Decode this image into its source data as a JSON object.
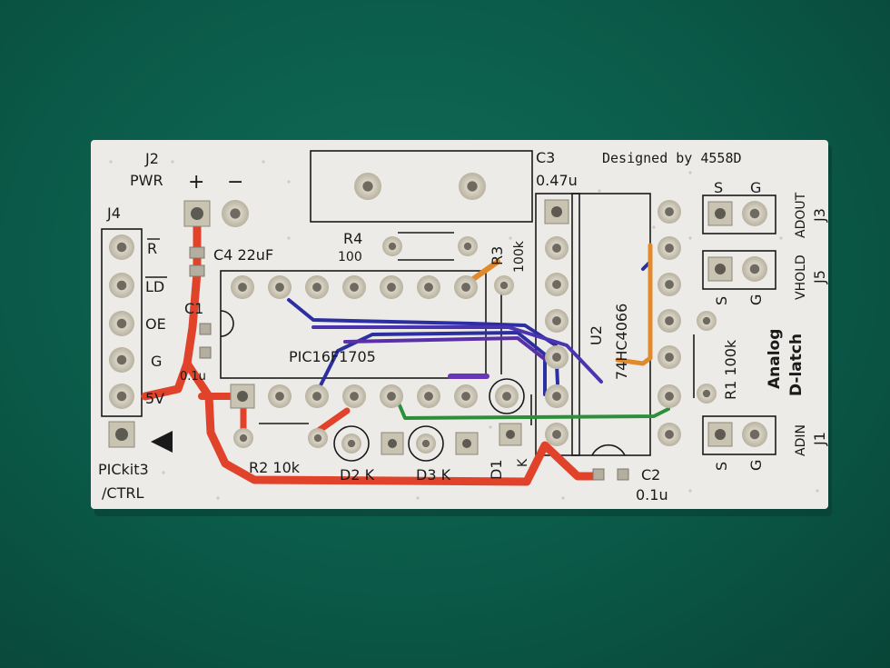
{
  "board": {
    "credit": "Designed by 4558D",
    "analog_title_1": "Analog",
    "analog_title_2": "D-latch",
    "picture_caption": ""
  },
  "connectors": {
    "j2_ref": "J2",
    "j2_name": "PWR",
    "j2_plus": "+",
    "j2_minus": "−",
    "j4_ref": "J4",
    "j4_pins": [
      "R",
      "LD",
      "OE",
      "G",
      "5V"
    ],
    "j4_label_1": "PICkit3",
    "j4_label_2": "/CTRL",
    "j3_ref": "J3",
    "j3_name": "ADOUT",
    "j5_ref": "J5",
    "j5_name": "VHOLD",
    "j1_ref": "J1",
    "j1_name": "ADIN",
    "pin_s": "S",
    "pin_g": "G"
  },
  "components": {
    "c1_ref": "C1",
    "c1_val": "0.1u",
    "c2_ref": "C2",
    "c2_val": "0.1u",
    "c3_ref": "C3",
    "c3_val": "0.47u",
    "c4_label": "C4 22uF",
    "r1_label": "R1 100k",
    "r2_label": "R2 10k",
    "r3_ref": "R3",
    "r3_val": "100k",
    "r4_ref": "R4",
    "r4_val": "100",
    "d1_ref": "D1",
    "d1_k": "K",
    "d2_label": "D2 K",
    "d3_label": "D3 K",
    "u1_part": "PIC16F1705",
    "u2_ref": "U2",
    "u2_part": "74HC4066"
  },
  "colors": {
    "background": "#0b5a49",
    "board": "#ecebe8",
    "silkscreen": "#1a1a1a",
    "wire_red": "#e0432a",
    "wire_blue": "#2c2fa0",
    "wire_purple": "#6a36b8",
    "wire_orange": "#e08a2c",
    "wire_green": "#2c8f3a"
  }
}
